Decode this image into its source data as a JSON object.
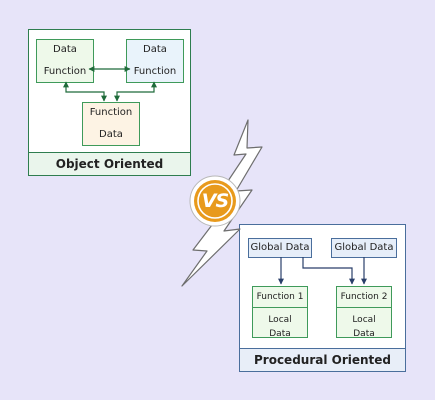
{
  "object_oriented": {
    "label": "Object Oriented",
    "box_left": [
      "Data",
      "Function"
    ],
    "box_right": [
      "Data",
      "Function"
    ],
    "box_bottom": [
      "Function",
      "Data"
    ]
  },
  "vs": {
    "label": "VS"
  },
  "procedural": {
    "label": "Procedural Oriented",
    "global_1": "Global Data",
    "global_2": "Global Data",
    "function_1": {
      "title": "Function 1",
      "body": [
        "Local",
        "Data"
      ]
    },
    "function_2": {
      "title": "Function 2",
      "body": [
        "Local",
        "Data"
      ]
    }
  },
  "colors": {
    "background": "#e7e4f9",
    "green_border": "#2e7d4f",
    "blue_border": "#4a6e9c",
    "vs_orange": "#e89a1c",
    "lightning": "#ffffff"
  }
}
